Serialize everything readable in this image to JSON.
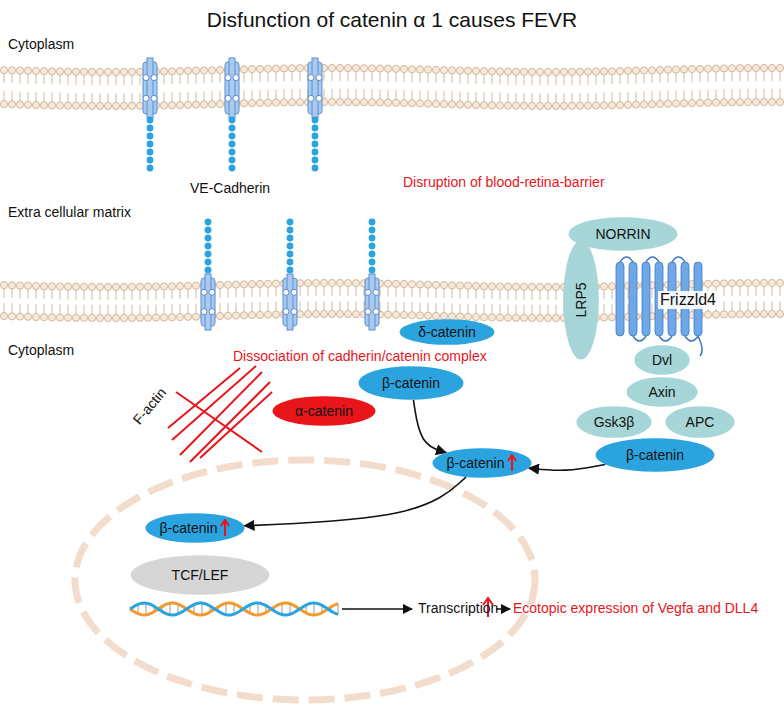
{
  "diagram": {
    "title": "Disfunction of catenin α 1 causes FEVR",
    "nodes": [
      {
        "text": [
          "NORRIN"
        ]
      },
      {
        "text": [
          "LRP5"
        ]
      },
      {
        "text": [
          "Frizzld4"
        ]
      },
      {
        "text": [
          "δ-catenin"
        ]
      },
      {
        "text": [
          "Dvl"
        ]
      },
      {
        "text": [
          "Axin"
        ]
      },
      {
        "text": [
          "Gsk3β"
        ]
      },
      {
        "text": [
          "APC"
        ]
      },
      {
        "text": [
          "β-catenin"
        ]
      },
      {
        "text": [
          "β-catenin"
        ]
      },
      {
        "text": [
          "α-catenin"
        ]
      },
      {
        "text": [
          "β-catenin"
        ]
      },
      {
        "text": [
          "β-catenin"
        ]
      },
      {
        "text": [
          "TCF/LEF"
        ]
      }
    ],
    "edges": [
      {
        "from": 9,
        "to": 11,
        "arrow": "to"
      },
      {
        "from": 8,
        "to": 11,
        "arrow": "to"
      },
      {
        "from": 11,
        "to": 12,
        "arrow": "to"
      }
    ],
    "labels": [
      "Cytoplasm",
      "VE-Cadherin",
      "Extra cellular matrix",
      "Disruption of blood-retina-barrier",
      "Cytoplasm",
      "Dissociation of cadherin/catenin complex",
      "F-actin",
      "Transcription",
      "Ecotopic expression of Vegfa and DLL4"
    ]
  }
}
